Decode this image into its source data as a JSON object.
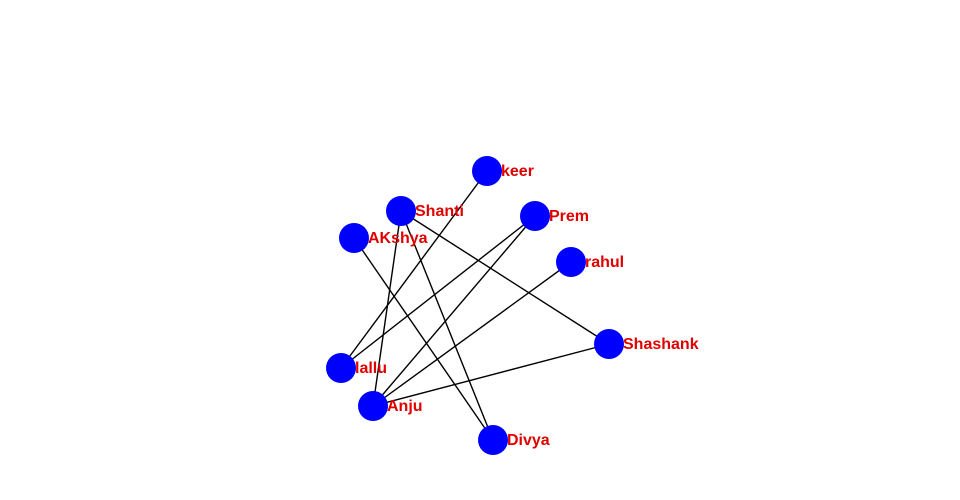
{
  "graph": {
    "colors": {
      "node": "#0000ff",
      "label": "#e00000",
      "edge": "#000000"
    },
    "nodes": [
      {
        "id": "keer",
        "label": "keer"
      },
      {
        "id": "Shanti",
        "label": "Shanti"
      },
      {
        "id": "Prem",
        "label": "Prem"
      },
      {
        "id": "AKshya",
        "label": "AKshya"
      },
      {
        "id": "rahul",
        "label": "rahul"
      },
      {
        "id": "Shashank",
        "label": "Shashank"
      },
      {
        "id": "lallu",
        "label": "lallu"
      },
      {
        "id": "Anju",
        "label": "Anju"
      },
      {
        "id": "Divya",
        "label": "Divya"
      }
    ],
    "edges": [
      [
        "keer",
        "lallu"
      ],
      [
        "Prem",
        "lallu"
      ],
      [
        "Prem",
        "Anju"
      ],
      [
        "rahul",
        "Anju"
      ],
      [
        "Shanti",
        "Anju"
      ],
      [
        "Shanti",
        "Divya"
      ],
      [
        "Shanti",
        "Shashank"
      ],
      [
        "AKshya",
        "Divya"
      ],
      [
        "Anju",
        "Shashank"
      ]
    ]
  }
}
